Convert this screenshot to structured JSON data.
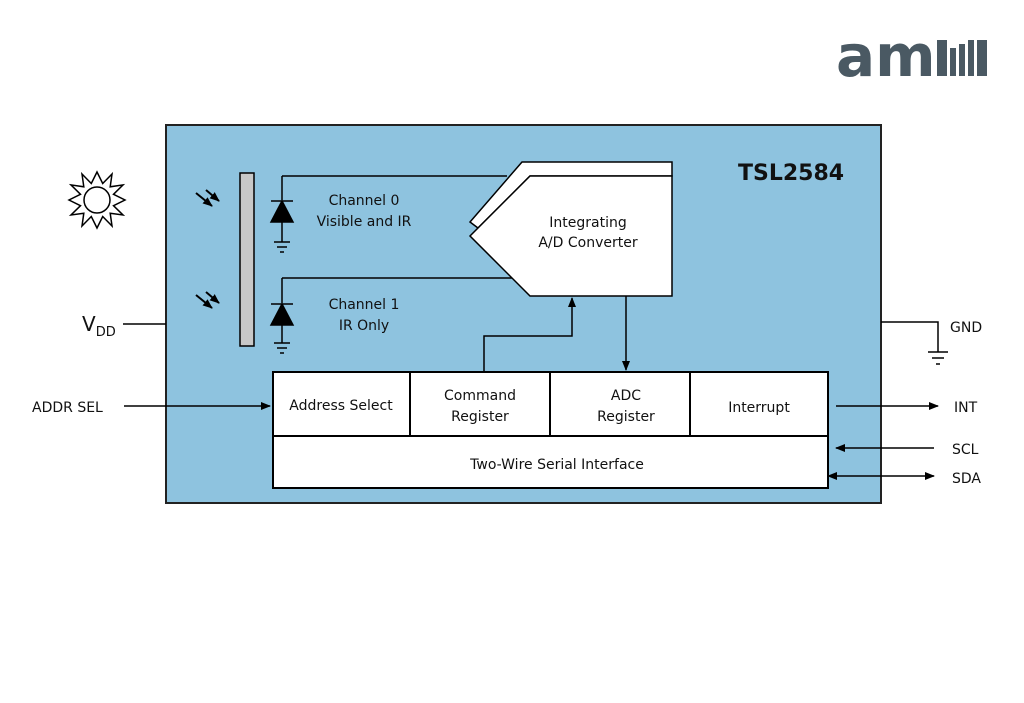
{
  "logo": {
    "text": "am"
  },
  "chip": {
    "name": "TSL2584"
  },
  "adc": {
    "line1": "Integrating",
    "line2": "A/D Converter"
  },
  "channel0": {
    "line1": "Channel 0",
    "line2": "Visible and IR"
  },
  "channel1": {
    "line1": "Channel 1",
    "line2": "IR Only"
  },
  "blocks": {
    "address_select": "Address Select",
    "command_line1": "Command",
    "command_line2": "Register",
    "adc_reg_line1": "ADC",
    "adc_reg_line2": "Register",
    "interrupt": "Interrupt",
    "serial": "Two-Wire Serial Interface"
  },
  "pins": {
    "vdd_main": "V",
    "vdd_sub": "DD",
    "gnd": "GND",
    "addr_sel": "ADDR SEL",
    "int": "INT",
    "scl": "SCL",
    "sda": "SDA"
  },
  "colors": {
    "chip_fill": "#8ec3df",
    "logo": "#4a5963"
  },
  "icons": [
    "sun-icon",
    "light-rays-icon",
    "photodiode-icon",
    "ground-icon"
  ]
}
